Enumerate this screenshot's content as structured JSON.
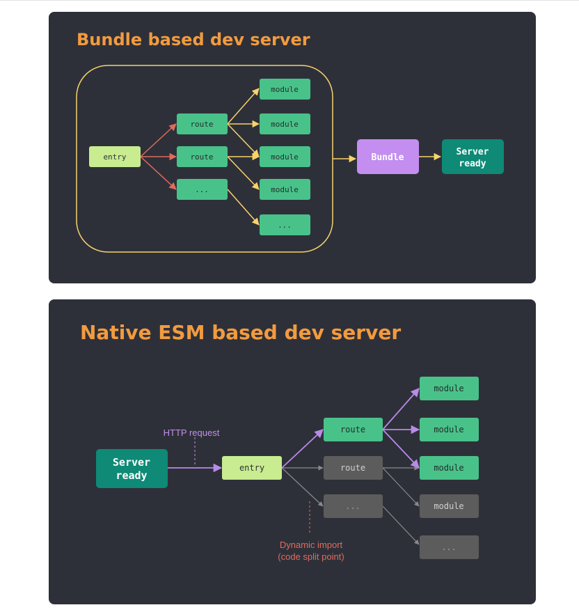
{
  "diagram1": {
    "title": "Bundle based dev server",
    "entry": "entry",
    "routes": [
      "route",
      "route",
      "..."
    ],
    "modules": [
      "module",
      "module",
      "module",
      "module",
      "..."
    ],
    "bundle": "Bundle",
    "server_line1": "Server",
    "server_line2": "ready"
  },
  "diagram2": {
    "title": "Native ESM based dev server",
    "server_line1": "Server",
    "server_line2": "ready",
    "http_label": "HTTP request",
    "entry": "entry",
    "routes": [
      "route",
      "route",
      "..."
    ],
    "modules": [
      "module",
      "module",
      "module",
      "module",
      "..."
    ],
    "dynamic_line1": "Dynamic import",
    "dynamic_line2": "(code split point)"
  },
  "colors": {
    "panel_bg": "#2e3039",
    "title": "#f29b3f",
    "module_green": "#49c28a",
    "entry_green": "#c8ec8f",
    "bundle_purple": "#c38ef0",
    "server_teal": "#0e8a76",
    "arrow_yellow": "#f7d36b",
    "arrow_red": "#e06b5d",
    "arrow_purple": "#b98ae8",
    "inactive_grey": "#5c5c5c",
    "label_red": "#e06b5d",
    "label_purple": "#c391e8"
  }
}
